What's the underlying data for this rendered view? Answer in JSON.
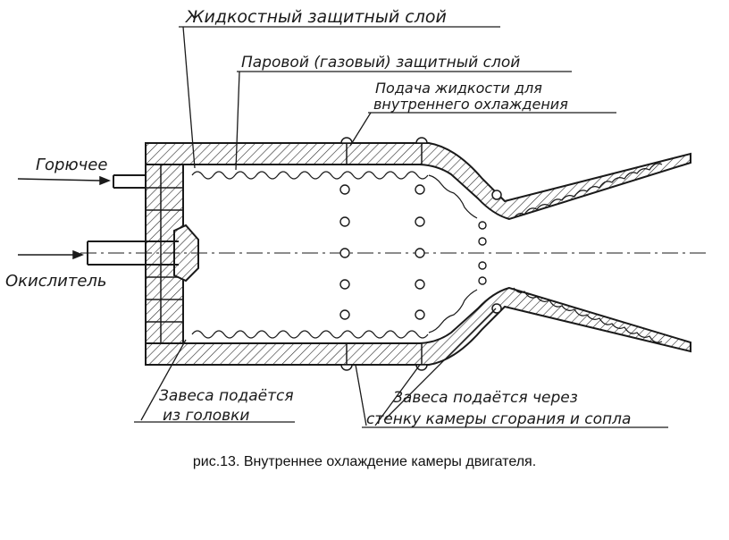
{
  "labels": {
    "liquid_layer": "Жидкостный защитный слой",
    "vapor_layer": "Паровой (газовый) защитный слой",
    "liquid_feed_1": "Подача жидкости для",
    "liquid_feed_2": "внутреннего охлаждения",
    "fuel": "Горючее",
    "oxidizer": "Окислитель",
    "curtain_head_1": "Завеса подаётся",
    "curtain_head_2": "из головки",
    "curtain_wall_1": "Завеса подаётся через",
    "curtain_wall_2": "стенку камеры сгорания и сопла"
  },
  "caption": "рис.13. Внутреннее охлаждение камеры двигателя.",
  "colors": {
    "ink": "#1a1a1a",
    "hatch": "#2a2a2a",
    "background": "#ffffff"
  }
}
